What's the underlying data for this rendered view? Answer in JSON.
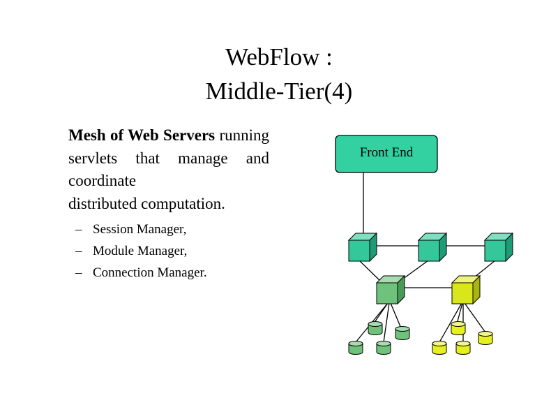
{
  "slide": {
    "title_line1": "WebFlow :",
    "title_line2": "Middle-Tier(4)",
    "paragraph": {
      "bold_lead": "Mesh of Web Servers",
      "rest": "running servlets that manage and coordinate",
      "tail": "distributed computation."
    },
    "bullets": [
      {
        "dash": "–",
        "text": "Session Manager,"
      },
      {
        "dash": "–",
        "text": "Module Manager,"
      },
      {
        "dash": "–",
        "text": "Connection Manager."
      }
    ]
  },
  "diagram": {
    "front_end_label": "Front End",
    "colors": {
      "front_end_fill": "#33d1a1",
      "teal_server": "#33c79a",
      "green_server": "#6fc27b",
      "yellow_server": "#d8e61b",
      "green_db": "#6fc27b",
      "yellow_db": "#e6f01e"
    }
  }
}
